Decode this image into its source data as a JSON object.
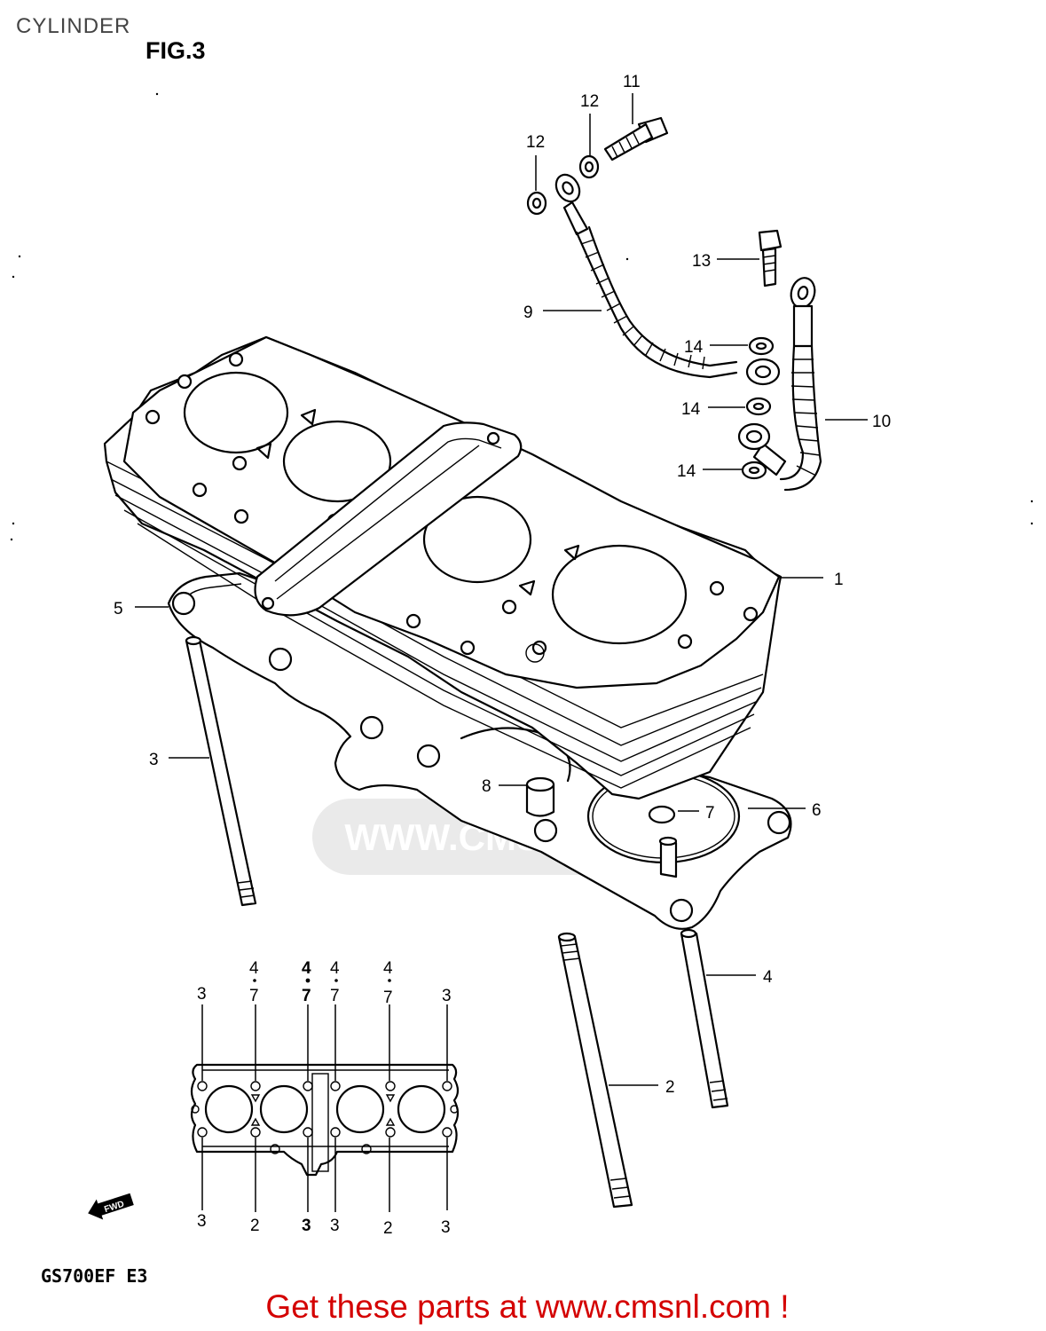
{
  "page": {
    "title": "CYLINDER",
    "figure": "FIG.3",
    "model": "GS700EF  E3",
    "cta": "Get these parts at www.cmsnl.com !",
    "watermark": "WWW.CMSNL.COM"
  },
  "callouts": {
    "c1": "1",
    "c2": "2",
    "c3": "3",
    "c4": "4",
    "c5": "5",
    "c6": "6",
    "c7": "7",
    "c8": "8",
    "c9": "9",
    "c10": "10",
    "c11": "11",
    "c12a": "12",
    "c12b": "12",
    "c13": "13",
    "c14a": "14",
    "c14b": "14",
    "c14c": "14"
  },
  "inset": {
    "top_row1": [
      "3",
      "4",
      "4",
      "4",
      "4",
      "3"
    ],
    "top_row2": [
      "7",
      "7",
      "7",
      "7"
    ],
    "bottom": [
      "3",
      "2",
      "3",
      "3",
      "2",
      "3"
    ],
    "fwd": "FWD"
  }
}
